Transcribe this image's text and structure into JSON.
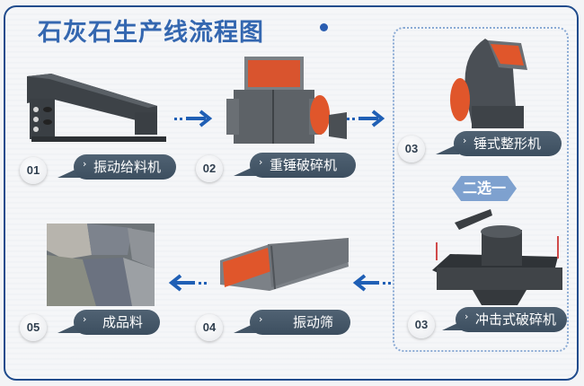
{
  "title": "石灰石生产线流程图",
  "choice_badge": "二选一",
  "steps": [
    {
      "number": "01",
      "label": "振动给料机",
      "icon": "vibrating-feeder-image"
    },
    {
      "number": "02",
      "label": "重锤破碎机",
      "icon": "heavy-hammer-crusher-image"
    },
    {
      "number": "03",
      "label": "锤式整形机",
      "icon": "hammer-shaper-image"
    },
    {
      "number": "03",
      "label": "冲击式破碎机",
      "icon": "impact-crusher-image"
    },
    {
      "number": "04",
      "label": "振动筛",
      "icon": "vibrating-screen-image"
    },
    {
      "number": "05",
      "label": "成品料",
      "icon": "finished-stone-image"
    }
  ],
  "chevron": "›",
  "colors": {
    "title": "#3467b0",
    "frame": "#1f4b8c",
    "arrow": "#1f5fb5",
    "pill": "#44566a",
    "badge": "#7ea1cf",
    "crusher_orange": "#e0502a"
  }
}
